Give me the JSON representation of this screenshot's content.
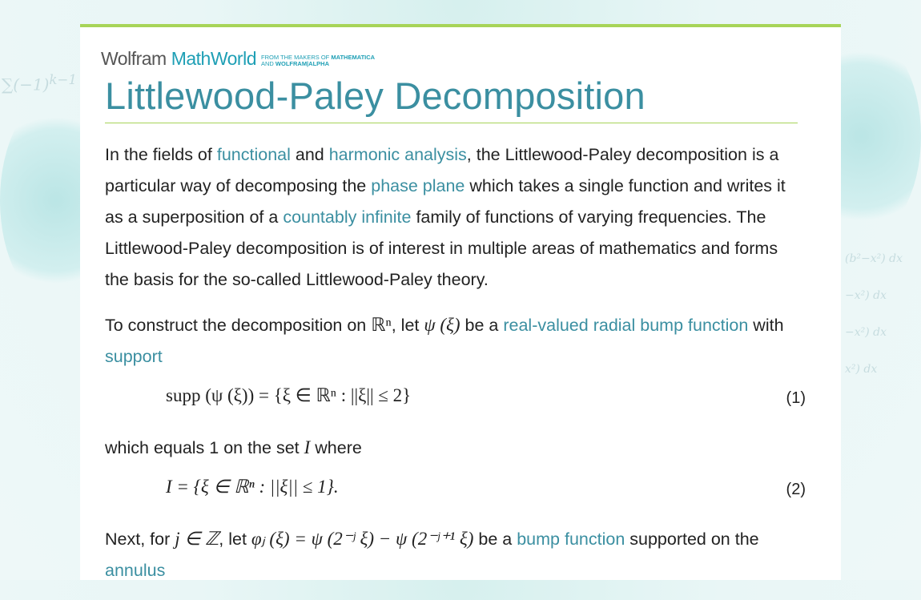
{
  "logo": {
    "wolfram": "Wolfram",
    "mathworld": "MathWorld",
    "tag_line1_a": "FROM THE MAKERS OF ",
    "tag_line1_b": "MATHEMATICA",
    "tag_line2_a": "AND ",
    "tag_line2_b": "WOLFRAM|ALPHA"
  },
  "page_title": "Littlewood-Paley Decomposition",
  "p1": {
    "t1": "In the fields of ",
    "l1": "functional",
    "t2": " and ",
    "l2": "harmonic analysis",
    "t3": ", the Littlewood-Paley decomposition is a particular way of decomposing the ",
    "l3": "phase plane",
    "t4": " which takes a single function and writes it as a superposition of a ",
    "l4": "countably infinite",
    "t5": " family of functions of varying frequencies. The Littlewood-Paley decomposition is of interest in multiple areas of mathematics and forms the basis for the so-called Littlewood-Paley theory."
  },
  "p2": {
    "t1": "To construct the decomposition on ",
    "m1": "ℝⁿ",
    "t2": ", let ",
    "m2": "ψ (ξ)",
    "t3": " be a ",
    "l1": "real-valued radial bump function",
    "t4": " with ",
    "l2": "support"
  },
  "eq1": {
    "formula": "supp (ψ (ξ)) = {ξ ∈ ℝⁿ : ||ξ|| ≤ 2}",
    "number": "(1)"
  },
  "p3": {
    "t1": "which equals 1 on the set ",
    "m1": "I",
    "t2": " where"
  },
  "eq2": {
    "formula": "I = {ξ ∈ ℝⁿ : ||ξ|| ≤ 1}.",
    "number": "(2)"
  },
  "p4": {
    "t1": "Next, for ",
    "m1": "j ∈ ℤ",
    "t2": ", let ",
    "m2": "φⱼ (ξ) = ψ (2⁻ʲ ξ) − ψ (2⁻ʲ⁺¹ ξ)",
    "t3": " be a ",
    "l1": "bump function",
    "t4": " supported on the ",
    "l2": "annulus"
  },
  "colors": {
    "accent": "#3b8fa1",
    "rule": "#a7d458"
  }
}
